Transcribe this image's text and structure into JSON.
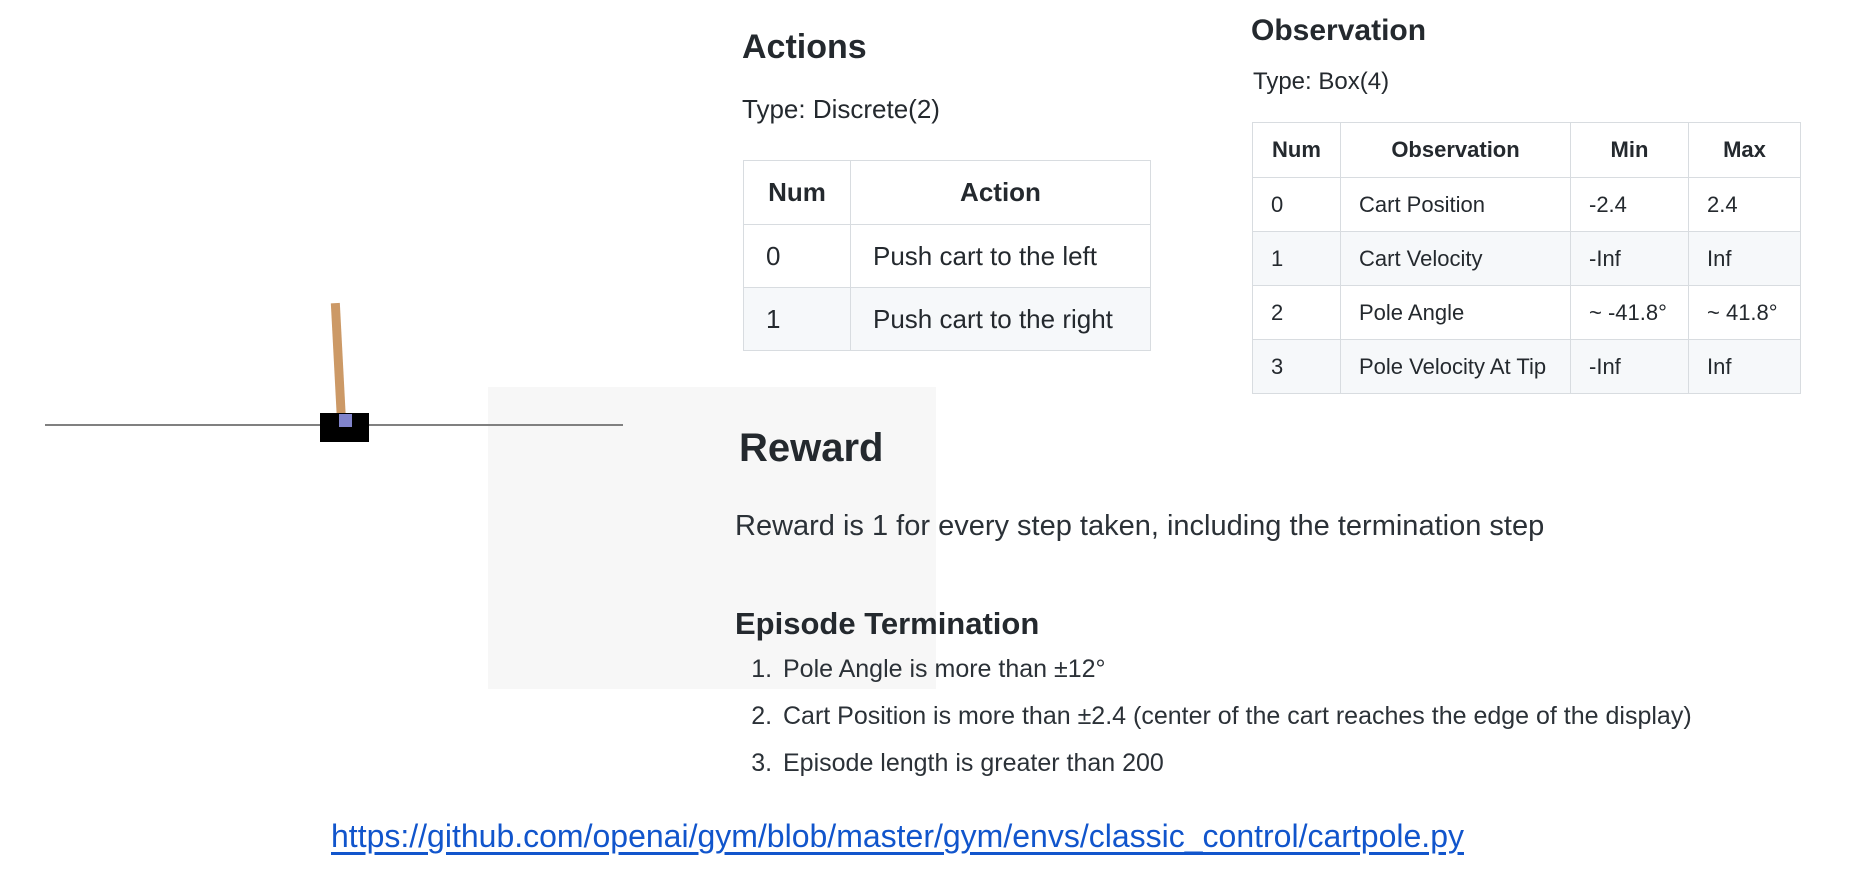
{
  "actions": {
    "heading": "Actions",
    "type_label": "Type: Discrete(2)",
    "table": {
      "headers": [
        "Num",
        "Action"
      ],
      "rows": [
        [
          "0",
          "Push cart to the left"
        ],
        [
          "1",
          "Push cart to the right"
        ]
      ]
    }
  },
  "observation": {
    "heading": "Observation",
    "type_label": "Type: Box(4)",
    "table": {
      "headers": [
        "Num",
        "Observation",
        "Min",
        "Max"
      ],
      "rows": [
        [
          "0",
          "Cart Position",
          "-2.4",
          "2.4"
        ],
        [
          "1",
          "Cart Velocity",
          "-Inf",
          "Inf"
        ],
        [
          "2",
          "Pole Angle",
          "~ -41.8°",
          "~ 41.8°"
        ],
        [
          "3",
          "Pole Velocity At Tip",
          "-Inf",
          "Inf"
        ]
      ]
    }
  },
  "reward": {
    "heading": "Reward",
    "body": "Reward is 1 for every step taken, including the termination step"
  },
  "episode_termination": {
    "heading": "Episode Termination",
    "items": [
      "Pole Angle is more than ±12°",
      "Cart Position is more than ±2.4 (center of the cart reaches the edge of the display)",
      "Episode length is greater than 200"
    ]
  },
  "link": {
    "text": "https://github.com/openai/gym/blob/master/gym/envs/classic_control/cartpole.py"
  },
  "colors": {
    "link_blue": "#1155cc",
    "pole_tan": "#cc9966",
    "axle_purple": "#8184cb",
    "cart_black": "#000000",
    "track_gray": "#808080",
    "table_alt_row": "#f6f8fa",
    "table_border": "#d8dce0",
    "text_dark": "#24292e"
  }
}
